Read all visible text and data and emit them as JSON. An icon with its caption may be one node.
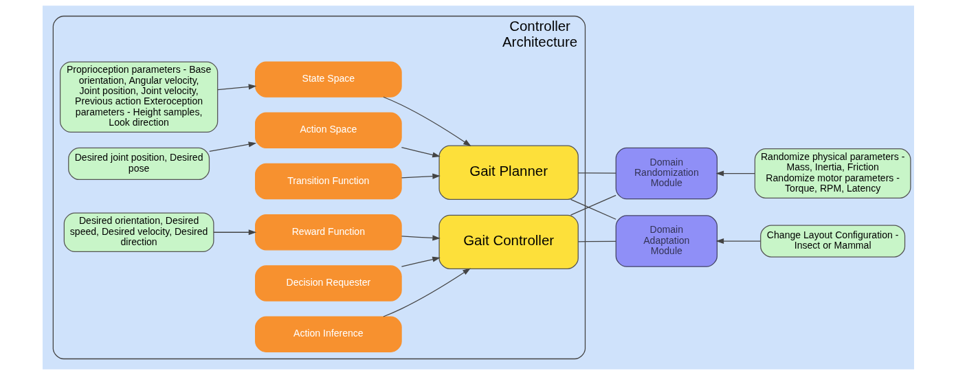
{
  "diagram": {
    "nodes": [
      {
        "text": [
          "Controller Architecture"
        ]
      },
      {
        "text": [
          "Proprioception parameters - Base orientation, Angular velocity, Joint position, Joint velocity, Previous action Exteroception parameters - Height samples, Look direction"
        ],
        "in": 0
      },
      {
        "text": [
          "Desired joint position, Desired pose"
        ],
        "in": 0
      },
      {
        "text": [
          "Desired orientation, Desired speed, Desired velocity, Desired direction"
        ],
        "in": 0
      },
      {
        "text": [
          "State Space"
        ],
        "in": 0
      },
      {
        "text": [
          "Action Space"
        ],
        "in": 0
      },
      {
        "text": [
          "Transition Function"
        ],
        "in": 0
      },
      {
        "text": [
          "Reward Function"
        ],
        "in": 0
      },
      {
        "text": [
          "Decision Requester"
        ],
        "in": 0
      },
      {
        "text": [
          "Action Inference"
        ],
        "in": 0
      },
      {
        "text": [
          "Gait Planner"
        ],
        "in": 0
      },
      {
        "text": [
          "Gait Controller"
        ],
        "in": 0
      },
      {
        "text": [
          "Domain Randomization Module"
        ]
      },
      {
        "text": [
          "Domain Adaptation Module"
        ]
      },
      {
        "text": [
          "Randomize physical parameters - Mass, Inertia, Friction Randomize motor parameters - Torque, RPM, Latency"
        ]
      },
      {
        "text": [
          "Change Layout Configuration - Insect or Mammal"
        ]
      }
    ],
    "edges": [
      {
        "from": 1,
        "to": 4,
        "arrow": "to"
      },
      {
        "from": 2,
        "to": 5,
        "arrow": "to"
      },
      {
        "from": 4,
        "to": 10,
        "arrow": "to"
      },
      {
        "from": 5,
        "to": 10,
        "arrow": "to"
      },
      {
        "from": 6,
        "to": 10,
        "arrow": "to"
      },
      {
        "from": 3,
        "to": 7,
        "arrow": "to"
      },
      {
        "from": 7,
        "to": 11,
        "arrow": "to"
      },
      {
        "from": 8,
        "to": 11,
        "arrow": "to"
      },
      {
        "from": 9,
        "to": 11,
        "arrow": "to"
      },
      {
        "from": 10,
        "to": 12,
        "arrow": "none"
      },
      {
        "from": 10,
        "to": 13,
        "arrow": "none"
      },
      {
        "from": 11,
        "to": 12,
        "arrow": "none"
      },
      {
        "from": 11,
        "to": 13,
        "arrow": "none"
      },
      {
        "from": 14,
        "to": 12,
        "arrow": "to"
      },
      {
        "from": 15,
        "to": 13,
        "arrow": "to"
      }
    ]
  }
}
